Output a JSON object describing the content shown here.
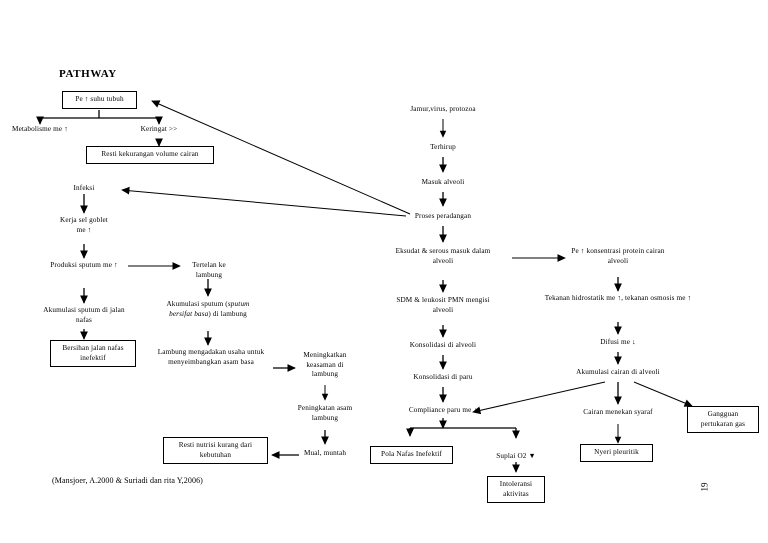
{
  "document": {
    "title": "PATHWAY",
    "citation": "(Mansjoer, A.2000 & Suriadi dan rita Y,2006)",
    "page_number": "19"
  },
  "nodes": {
    "suhu_tubuh": {
      "label": "Pe ↑ suhu tubuh"
    },
    "metabolisme": {
      "label": "Metabolisme me ↑"
    },
    "keringat": {
      "label": "Keringat >>"
    },
    "resti_cairan": {
      "label": "Resti kekurangan volume cairan"
    },
    "infeksi": {
      "label": "Infeksi"
    },
    "kerja_goblet": {
      "label": "Kerja sel goblet me ↑"
    },
    "produksi_sputum": {
      "label": "Produksi sputum me ↑"
    },
    "akumulasi_jalan": {
      "label": "Akumulasi sputum di jalan nafas"
    },
    "bersihan_jalan": {
      "label": "Bersihan jalan nafas inefektif"
    },
    "tertelan_lambung": {
      "label": "Tertelan ke lambung"
    },
    "akumulasi_lambung": {
      "label_pre": "Akumulasi sputum (",
      "label_ital": "sputum bersifat basa",
      "label_post": ") di lambung"
    },
    "usaha_asam_basa": {
      "label": "Lambung mengadakan usaha untuk menyeimbangkan asam basa"
    },
    "keasaman_lambung": {
      "label": "Meningkatkan keasaman di lambung"
    },
    "asam_lambung": {
      "label": "Peningkatan asam lambung"
    },
    "mual_muntah": {
      "label": "Mual, muntah"
    },
    "resti_nutrisi": {
      "label": "Resti nutrisi kurang dari kebutuhan"
    },
    "jamur_virus": {
      "label": "Jamur,virus, protozoa"
    },
    "terhirup": {
      "label": "Terhirup"
    },
    "masuk_alveoli": {
      "label": "Masuk alveoli"
    },
    "proses_peradangan": {
      "label": "Proses peradangan"
    },
    "eksudat_serous": {
      "label": "Eksudat & serous masuk dalam alveoli"
    },
    "sdm_leukosit": {
      "label": "SDM & leukosit PMN mengisi alveoli"
    },
    "konsolidasi_alv": {
      "label": "Konsolidasi di alveoli"
    },
    "konsolidasi_paru": {
      "label": "Konsolidasi di paru"
    },
    "compliance_paru": {
      "label": "Compliance paru me ↓"
    },
    "pola_nafas": {
      "label": "Pola Nafas Inefektif"
    },
    "suplai_o2": {
      "label": "Suplai O2 ▼"
    },
    "intoleransi": {
      "label": "Intoleransi aktivitas"
    },
    "konsentrasi_protein": {
      "label": "Pe ↑ konsentrasi protein cairan alveoli"
    },
    "tekanan_hidro": {
      "label": "Tekanan hidrostatik me ↑, tekanan osmosis me ↑"
    },
    "difusi": {
      "label": "Difusi me ↓"
    },
    "akumulasi_cairan": {
      "label": "Akumulasi cairan di alveoli"
    },
    "cairan_syaraf": {
      "label": "Cairan menekan syaraf"
    },
    "nyeri_pleuritik": {
      "label": "Nyeri pleuritik"
    },
    "gangguan_gas": {
      "label": "Gangguan pertukaran gas"
    }
  },
  "chart_data": {
    "type": "diagram",
    "title": "PATHWAY",
    "diagram_kind": "medical-pathophysiology-flowchart",
    "language": "id",
    "node_count": 35,
    "edges": [
      {
        "from": "suhu_tubuh",
        "to": "metabolisme"
      },
      {
        "from": "suhu_tubuh",
        "to": "keringat"
      },
      {
        "from": "keringat",
        "to": "resti_cairan"
      },
      {
        "from": "infeksi",
        "to": "kerja_goblet"
      },
      {
        "from": "kerja_goblet",
        "to": "produksi_sputum"
      },
      {
        "from": "produksi_sputum",
        "to": "akumulasi_jalan"
      },
      {
        "from": "produksi_sputum",
        "to": "tertelan_lambung"
      },
      {
        "from": "akumulasi_jalan",
        "to": "bersihan_jalan"
      },
      {
        "from": "tertelan_lambung",
        "to": "akumulasi_lambung"
      },
      {
        "from": "akumulasi_lambung",
        "to": "usaha_asam_basa"
      },
      {
        "from": "usaha_asam_basa",
        "to": "keasaman_lambung"
      },
      {
        "from": "keasaman_lambung",
        "to": "asam_lambung"
      },
      {
        "from": "asam_lambung",
        "to": "mual_muntah"
      },
      {
        "from": "mual_muntah",
        "to": "resti_nutrisi"
      },
      {
        "from": "jamur_virus",
        "to": "terhirup"
      },
      {
        "from": "terhirup",
        "to": "masuk_alveoli"
      },
      {
        "from": "masuk_alveoli",
        "to": "proses_peradangan"
      },
      {
        "from": "proses_peradangan",
        "to": "suhu_tubuh"
      },
      {
        "from": "proses_peradangan",
        "to": "infeksi"
      },
      {
        "from": "proses_peradangan",
        "to": "eksudat_serous"
      },
      {
        "from": "eksudat_serous",
        "to": "sdm_leukosit"
      },
      {
        "from": "eksudat_serous",
        "to": "konsentrasi_protein"
      },
      {
        "from": "sdm_leukosit",
        "to": "konsolidasi_alv"
      },
      {
        "from": "konsolidasi_alv",
        "to": "konsolidasi_paru"
      },
      {
        "from": "konsolidasi_paru",
        "to": "compliance_paru"
      },
      {
        "from": "compliance_paru",
        "to": "pola_nafas"
      },
      {
        "from": "compliance_paru",
        "to": "suplai_o2"
      },
      {
        "from": "suplai_o2",
        "to": "intoleransi"
      },
      {
        "from": "konsentrasi_protein",
        "to": "tekanan_hidro"
      },
      {
        "from": "tekanan_hidro",
        "to": "difusi"
      },
      {
        "from": "difusi",
        "to": "akumulasi_cairan"
      },
      {
        "from": "akumulasi_cairan",
        "to": "compliance_paru"
      },
      {
        "from": "akumulasi_cairan",
        "to": "cairan_syaraf"
      },
      {
        "from": "akumulasi_cairan",
        "to": "gangguan_gas"
      },
      {
        "from": "cairan_syaraf",
        "to": "nyeri_pleuritik"
      }
    ]
  }
}
